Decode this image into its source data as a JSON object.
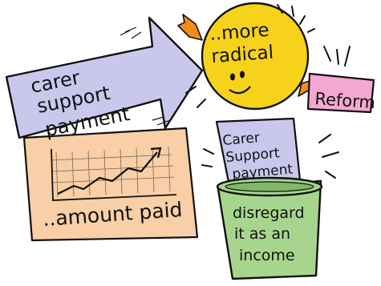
{
  "arrow": {
    "line1": "carer",
    "line2": "support",
    "line3": "payment"
  },
  "sun": {
    "line1": "..more",
    "line2": "radical"
  },
  "reform_sign": {
    "label": "Reform"
  },
  "graph": {
    "label": "..amount paid"
  },
  "paper": {
    "line1": "Carer",
    "line2": "Support",
    "line3": "payment"
  },
  "bin": {
    "line1": "disregard",
    "line2": "it as an",
    "line3": "income"
  },
  "colors": {
    "arrow_fill": "#c9c7ec",
    "sun_fill": "#f6d21a",
    "reform_fill": "#f3a9cf",
    "graph_fill": "#f8cfa6",
    "paper_fill": "#c9c7ec",
    "bin_fill": "#a8d58e",
    "outline": "#111111"
  },
  "icons": [
    "sun-face-icon",
    "rising-line-chart-icon",
    "wastebin-icon"
  ]
}
